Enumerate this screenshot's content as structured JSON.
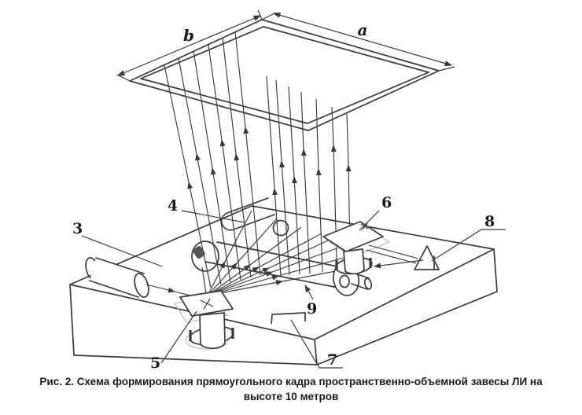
{
  "figure": {
    "caption": {
      "line1": "Рис. 2. Схема формирования прямоугольного кадра пространственно-объемной завесы ЛИ на",
      "line2": "высоте 10 метров"
    },
    "dimensions": {
      "top_right_edge_label": "a",
      "top_left_edge_label": "b"
    },
    "part_numbers": {
      "laser": "3",
      "beam_expander": "4",
      "scan_mirror_front": "5",
      "scan_mirror_right": "6",
      "frame_window": "7",
      "prism": "8",
      "cylindrical_lens": "9"
    },
    "colors": {
      "line": "#3a3a3a",
      "ghost": "#c4c4c4",
      "text": "#1a1a1a",
      "background": "#ffffff"
    }
  }
}
